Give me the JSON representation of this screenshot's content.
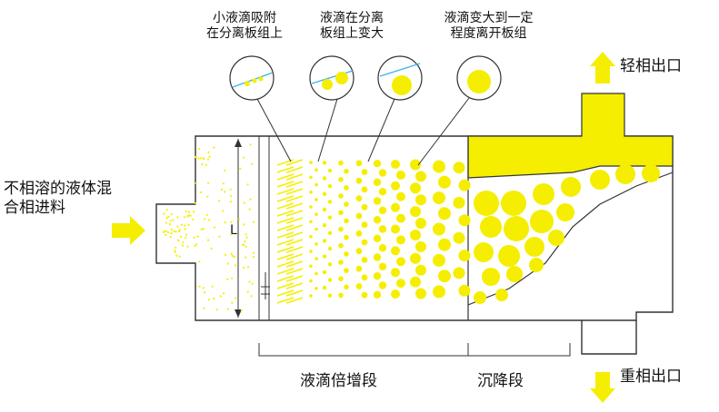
{
  "captions": {
    "small_droplet": [
      "小液滴吸附",
      "在分离板组上"
    ],
    "droplet_grow": [
      "液滴在分离",
      "板组上变大"
    ],
    "droplet_leave": [
      "液滴变大到一定",
      "程度离开板组"
    ]
  },
  "inlet": [
    "不相溶的液体混",
    "合相进料"
  ],
  "light_outlet": "轻相出口",
  "heavy_outlet": "重相出口",
  "sections": {
    "multiplication": "液滴倍增段",
    "settling": "沉降段"
  },
  "dim_L": "L",
  "colors": {
    "droplet": "#f5ee00",
    "outline": "#333333",
    "plate": "#3fb5e6"
  }
}
